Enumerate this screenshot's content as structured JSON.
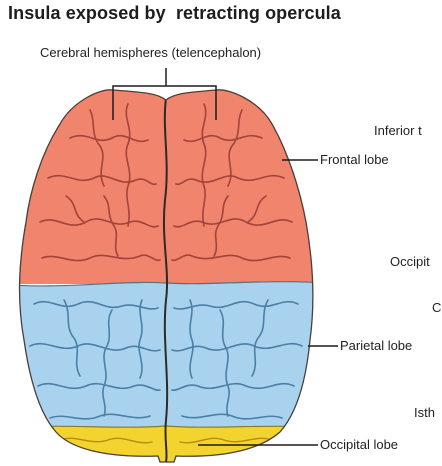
{
  "title": "Insula exposed by  retracting opercula",
  "labels": {
    "hemispheres": "Cerebral hemispheres (telencephalon)",
    "frontal": "Frontal lobe",
    "parietal": "Parietal lobe",
    "occipital": "Occipital lobe"
  },
  "cut_off_labels": {
    "inferior": "Inferior t",
    "occipi": "Occipit",
    "c": "C",
    "isth": "Isth"
  },
  "colors": {
    "frontal_lobe": "#f0846c",
    "parietal_lobe": "#a9d2ef",
    "occipital_lobe": "#f3d32d",
    "sulcus_frontal": "#a2443a",
    "sulcus_parietal": "#4b7fa5"
  }
}
